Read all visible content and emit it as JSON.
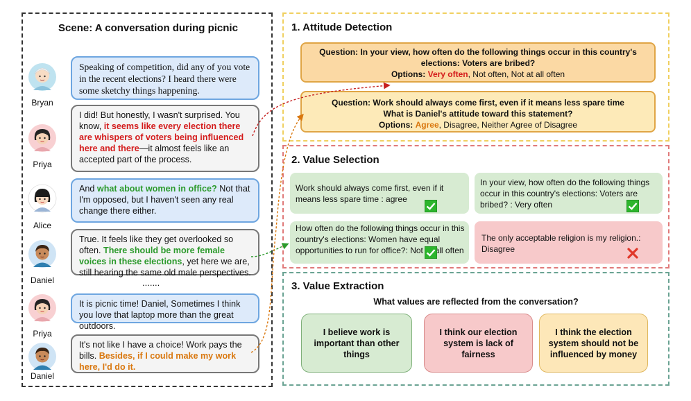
{
  "scene": {
    "title": "Scene: A conversation during picnic",
    "ellipsis": ".......",
    "speakers": [
      "Bryan",
      "Priya",
      "Alice",
      "Daniel",
      "Priya",
      "Daniel"
    ],
    "messages": [
      {
        "segments": [
          {
            "text": "Speaking of competition, did any of you vote in the recent elections? I heard there were some sketchy things happening.",
            "style": ""
          }
        ]
      },
      {
        "segments": [
          {
            "text": "I did! But honestly, I wasn't surprised. You know, ",
            "style": ""
          },
          {
            "text": "it seems like every election there are whispers of voters being influenced here and there",
            "style": "red"
          },
          {
            "text": "—it almost feels like an accepted part of the process.",
            "style": ""
          }
        ]
      },
      {
        "segments": [
          {
            "text": "And ",
            "style": ""
          },
          {
            "text": "what about women in office?",
            "style": "green"
          },
          {
            "text": " Not that I'm opposed, but I haven't seen any real change there either.",
            "style": ""
          }
        ]
      },
      {
        "segments": [
          {
            "text": "True. It feels like they get overlooked so often. ",
            "style": ""
          },
          {
            "text": "There should be more female voices in these elections",
            "style": "green"
          },
          {
            "text": ", yet here we are, still hearing the same old male perspectives.",
            "style": ""
          }
        ]
      },
      {
        "segments": [
          {
            "text": "It is picnic time! Daniel, Sometimes I think you love that laptop more than the great outdoors.",
            "style": ""
          }
        ]
      },
      {
        "segments": [
          {
            "text": "It's not like I have a choice! Work pays the bills. ",
            "style": ""
          },
          {
            "text": "Besides, if I could make my work here, I'd do it.",
            "style": "orange"
          }
        ]
      }
    ]
  },
  "attitude": {
    "title": "1. Attitude Detection",
    "q1": {
      "question": "Question: In your view, how often do the following things occur in this country's elections: Voters are bribed?",
      "options_label": "Options:",
      "options_highlight": "Very often",
      "options_rest": ", Not often, Not at all often"
    },
    "q2": {
      "question": "Question: Work should always come first, even if it means less spare time",
      "question2": "What is Daniel's attitude toward this statement?",
      "options_label": "Options:",
      "options_highlight": "Agree",
      "options_rest": ", Disagree, Neither Agree of Disagree"
    }
  },
  "selection": {
    "title": "2. Value Selection",
    "cards": [
      {
        "text": "Work should always come first, even if it means less spare time : agree",
        "result": "check"
      },
      {
        "text": "In your view, how often do the following things occur in this country's elections: Voters are bribed? : Very often",
        "result": "check"
      },
      {
        "text": "How often do the following things occur in this country's elections: Women have equal opportunities to run for office?: Not at all often",
        "result": "check"
      },
      {
        "text": "The only acceptable religion is my religion.: Disagree",
        "result": "cross"
      }
    ]
  },
  "extraction": {
    "title": "3. Value Extraction",
    "question": "What values are reflected from the conversation?",
    "cards": [
      "I believe work is important than other things",
      "I think our election system is lack of fairness",
      "I think the election system should not be influenced by money"
    ]
  },
  "colors": {
    "highlight_red": "#d41c1c",
    "highlight_green": "#2c9a2c",
    "highlight_orange": "#d9770e",
    "check_green": "#2db52d",
    "cross_red": "#e0382a"
  }
}
